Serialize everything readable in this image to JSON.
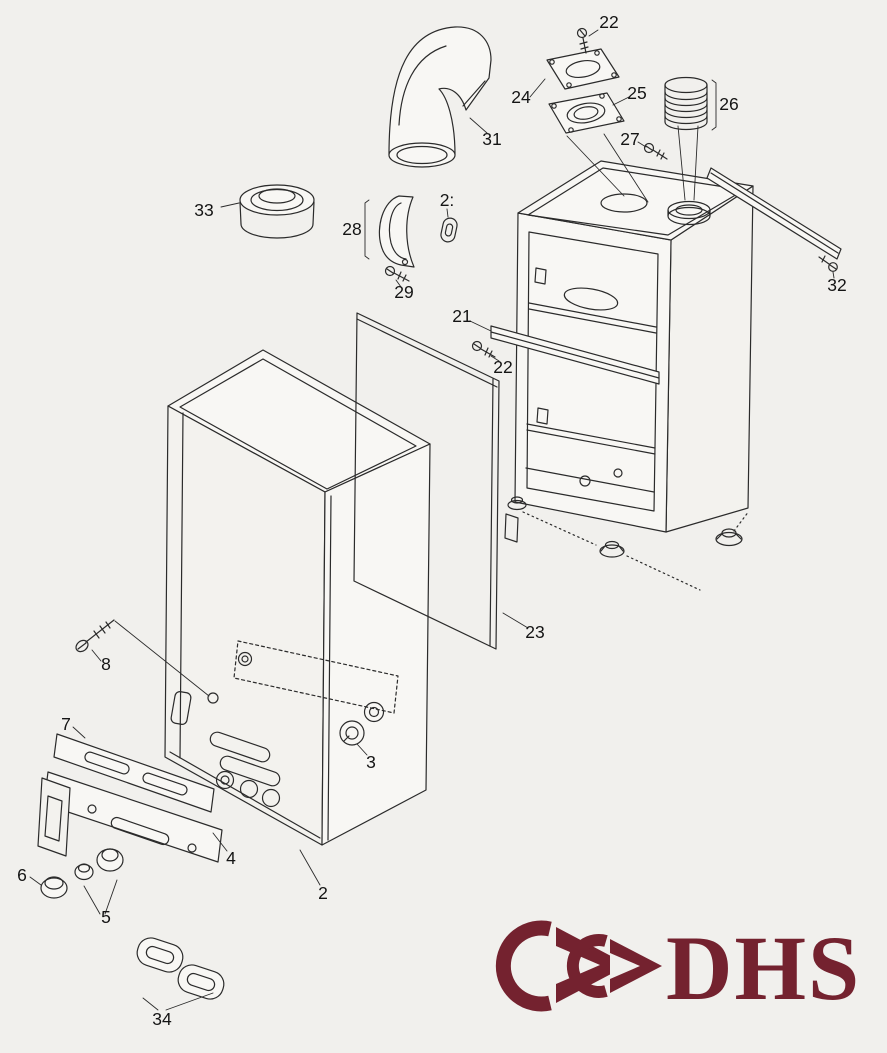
{
  "page": {
    "background": "#f1f0ed"
  },
  "diagram": {
    "kind": "boiler-exploded-parts-diagram",
    "line_color": "#2b2b2b",
    "callouts": {
      "c22_top": "22",
      "c24": "24",
      "c25": "25",
      "c26": "26",
      "c27": "27",
      "c31": "31",
      "c33": "33",
      "c28": "28",
      "c2a": "2:",
      "c29": "29",
      "c21": "21",
      "c22_mid": "22",
      "c32": "32",
      "c23": "23",
      "c8": "8",
      "c7": "7",
      "c3": "3",
      "c6": "6",
      "c5": "5",
      "c4": "4",
      "c2": "2",
      "c34": "34"
    }
  },
  "logo": {
    "text": "DHS",
    "color": "#74222f"
  }
}
